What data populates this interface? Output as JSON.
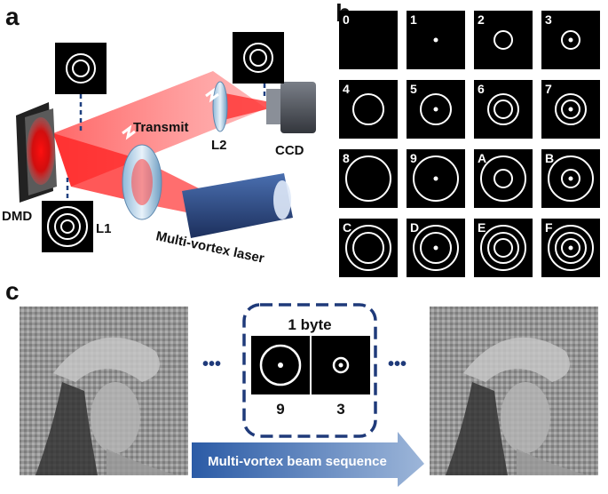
{
  "panels": {
    "a": "a",
    "b": "b",
    "c": "c"
  },
  "setup": {
    "transmit_label": "Transmit",
    "dmd_label": "DMD",
    "l1_label": "L1",
    "l2_label": "L2",
    "ccd_label": "CCD",
    "laser_label": "Multi-vortex laser"
  },
  "grid": {
    "cells": [
      {
        "label": "0",
        "rings": [],
        "dot": false
      },
      {
        "label": "1",
        "rings": [],
        "dot": true
      },
      {
        "label": "2",
        "rings": [
          1
        ],
        "dot": false
      },
      {
        "label": "3",
        "rings": [
          1
        ],
        "dot": true
      },
      {
        "label": "4",
        "rings": [
          2
        ],
        "dot": false
      },
      {
        "label": "5",
        "rings": [
          2
        ],
        "dot": true
      },
      {
        "label": "6",
        "rings": [
          1,
          2
        ],
        "dot": false
      },
      {
        "label": "7",
        "rings": [
          1,
          2
        ],
        "dot": true
      },
      {
        "label": "8",
        "rings": [
          3
        ],
        "dot": false
      },
      {
        "label": "9",
        "rings": [
          3
        ],
        "dot": true
      },
      {
        "label": "A",
        "rings": [
          1,
          3
        ],
        "dot": false
      },
      {
        "label": "B",
        "rings": [
          1,
          3
        ],
        "dot": true
      },
      {
        "label": "C",
        "rings": [
          2,
          3
        ],
        "dot": false
      },
      {
        "label": "D",
        "rings": [
          2,
          3
        ],
        "dot": true
      },
      {
        "label": "E",
        "rings": [
          1,
          2,
          3
        ],
        "dot": false
      },
      {
        "label": "F",
        "rings": [
          1,
          2,
          3
        ],
        "dot": true
      }
    ]
  },
  "sequence": {
    "ellipsis_left": "•••",
    "ellipsis_right": "•••",
    "byte_label": "1 byte",
    "digit_left": "9",
    "digit_right": "3",
    "arrow_label": "Multi-vortex beam sequence"
  }
}
